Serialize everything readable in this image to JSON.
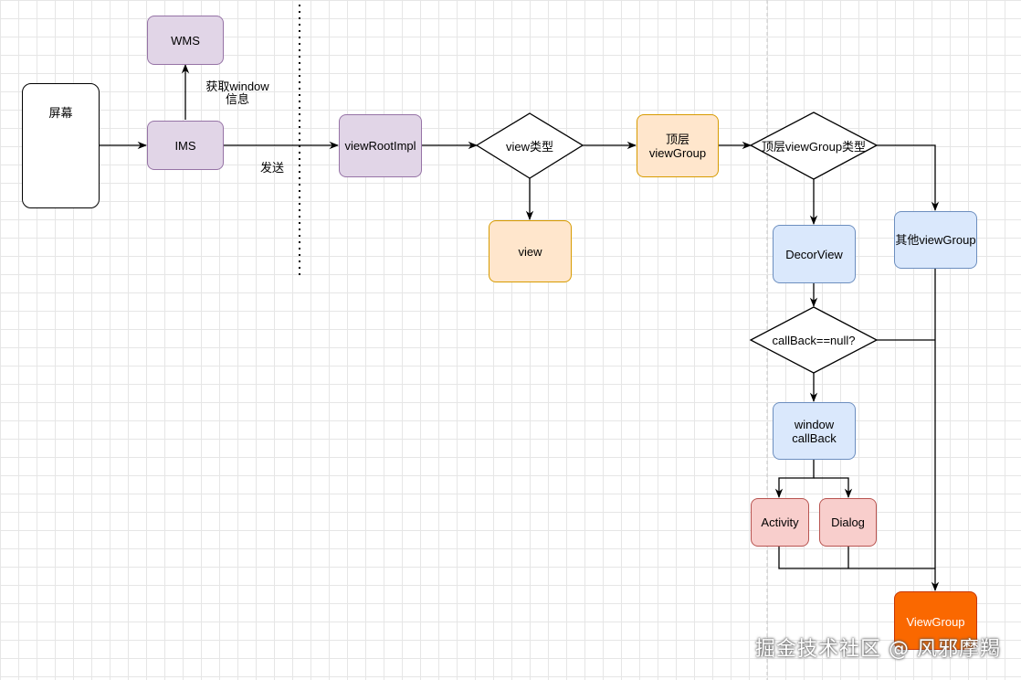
{
  "nodes": {
    "screen": "屏幕",
    "wms": "WMS",
    "ims": "IMS",
    "view_root_impl": "viewRootImpl",
    "view_type": "view类型",
    "view": "view",
    "top_view_group": "顶层viewGroup",
    "top_view_group_type": "顶层viewGroup类型",
    "other_view_group": "其他viewGroup",
    "decor_view": "DecorView",
    "callback_check": "callBack==null?",
    "window_callback": "window\ncallBack",
    "activity": "Activity",
    "dialog": "Dialog",
    "view_group": "ViewGroup"
  },
  "edge_labels": {
    "get_window_info": "获取window\n信息",
    "send": "发送"
  },
  "watermark": "掘金技术社区 @ 风邪摩羯",
  "colors": {
    "purple_fill": "#e1d5e7",
    "purple_stroke": "#9673a6",
    "yellow_fill": "#ffe6cc",
    "yellow_stroke": "#d79b00",
    "blue_fill": "#dae8fc",
    "blue_stroke": "#6c8ebf",
    "red_fill": "#f8cecc",
    "red_stroke": "#b85450",
    "orange_fill": "#fa6800"
  }
}
